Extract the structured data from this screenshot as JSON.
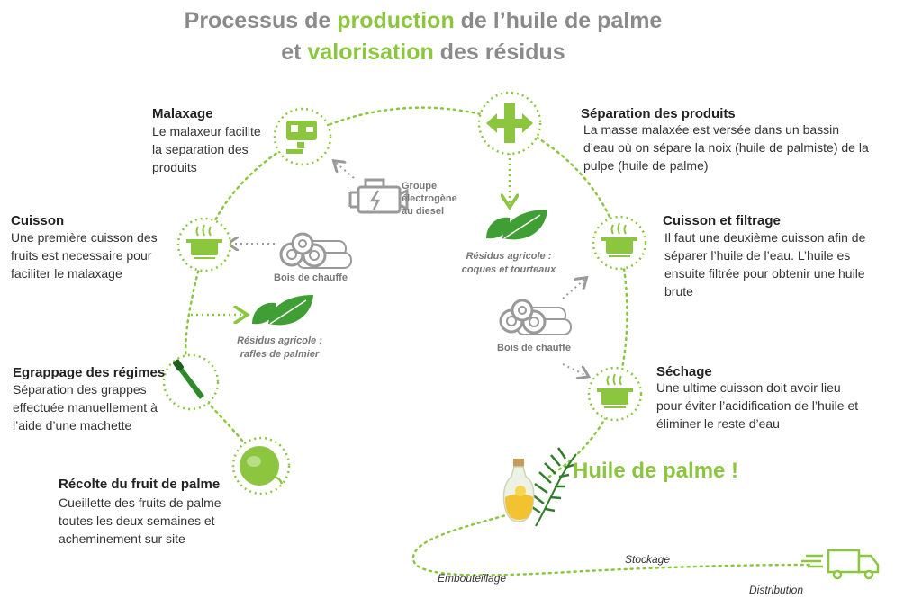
{
  "title": {
    "line1_a": "Processus de ",
    "line1_hl": "production",
    "line1_b": " de l’huile de palme",
    "line2_a": "et ",
    "line2_hl": "valorisation",
    "line2_b": " des résidus"
  },
  "steps": {
    "malaxage": {
      "title": "Malaxage",
      "text": "Le malaxeur facilite la separation des produits"
    },
    "cuisson": {
      "title": "Cuisson",
      "text": "Une première cuisson des fruits est necessaire pour faciliter le malaxage"
    },
    "egrappage": {
      "title": "Egrappage des régimes",
      "text": "Séparation des grappes effectuée manuellement à l’aide d’une machette"
    },
    "recolte": {
      "title": "Récolte du fruit de palme",
      "text": "Cueillette des fruits de palme toutes les deux semaines et acheminement sur site"
    },
    "separation": {
      "title": "Séparation des produits",
      "text": "La masse malaxée est versée dans un bassin d’eau où on sépare la noix (huile de palmiste) de la pulpe (huile de palme)"
    },
    "cuisson_filtrage": {
      "title": "Cuisson et filtrage",
      "text": "Il faut une deuxième cuisson afin de séparer l’huile de l’eau. L’huile es ensuite filtrée pour obtenir une huile brute"
    },
    "sechage": {
      "title": "Séchage",
      "text": "Une ultime cuisson doit avoir lieu pour éviter l’acidification de l’huile et éliminer le reste d’eau"
    }
  },
  "inputs": {
    "groupe": "Groupe électrogène au diesel",
    "bois1": "Bois de chauffe",
    "bois2": "Bois de chauffe"
  },
  "residues": {
    "rafles": "Résidus agricole : rafles de palmier",
    "coques": "Résidus agricole : coques et tourteaux"
  },
  "result": "Huile de palme !",
  "distribution": {
    "embouteillage": "Embouteillage",
    "stockage": "Stockage",
    "distribution": "Distribution"
  },
  "colors": {
    "accent": "#8cc63f",
    "grey": "#8a8a8a",
    "icon_grey": "#999999"
  }
}
